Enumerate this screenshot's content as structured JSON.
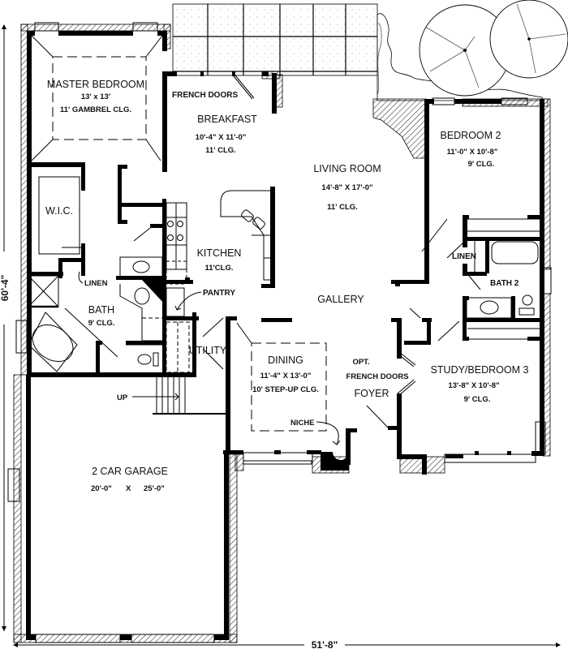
{
  "plan": {
    "overall_width": "51'-8\"",
    "overall_depth": "60'-4\""
  },
  "rooms": {
    "master_bedroom": {
      "name": "MASTER BEDROOM",
      "size": "13' x 13'",
      "ceiling": "11' GAMBREL CLG."
    },
    "breakfast": {
      "name": "BREAKFAST",
      "size": "10'-4\" X 11'-0\"",
      "ceiling": "11' CLG."
    },
    "french_doors_top": "FRENCH DOORS",
    "living_room": {
      "name": "LIVING ROOM",
      "size": "14'-8\" X 17'-0\"",
      "ceiling": "11' CLG."
    },
    "bedroom_2": {
      "name": "BEDROOM 2",
      "size": "11'-0\" X 10'-8\"",
      "ceiling": "9' CLG."
    },
    "wic": {
      "name": "W.I.C."
    },
    "linen_master": "LINEN",
    "bath": {
      "name": "BATH",
      "ceiling": "9' CLG."
    },
    "kitchen": {
      "name": "KITCHEN",
      "ceiling": "11'CLG."
    },
    "pantry": "PANTRY",
    "linen_bath2": "LINEN",
    "bath_2": {
      "name": "BATH 2"
    },
    "gallery": {
      "name": "GALLERY"
    },
    "utility": {
      "name": "UTILITY"
    },
    "dining": {
      "name": "DINING",
      "size": "11'-4\" X 13'-0\"",
      "ceiling": "10' STEP-UP CLG."
    },
    "opt_french_doors": {
      "line1": "OPT.",
      "line2": "FRENCH DOORS"
    },
    "foyer": {
      "name": "FOYER"
    },
    "niche": "NICHE",
    "study": {
      "name": "STUDY/BEDROOM 3",
      "size": "13'-8\" X 10'-8\"",
      "ceiling": "9' CLG."
    },
    "stairs_up": "UP",
    "garage": {
      "name": "2 CAR GARAGE",
      "width": "20'-0\"",
      "x": "X",
      "depth": "25'-0\""
    }
  }
}
